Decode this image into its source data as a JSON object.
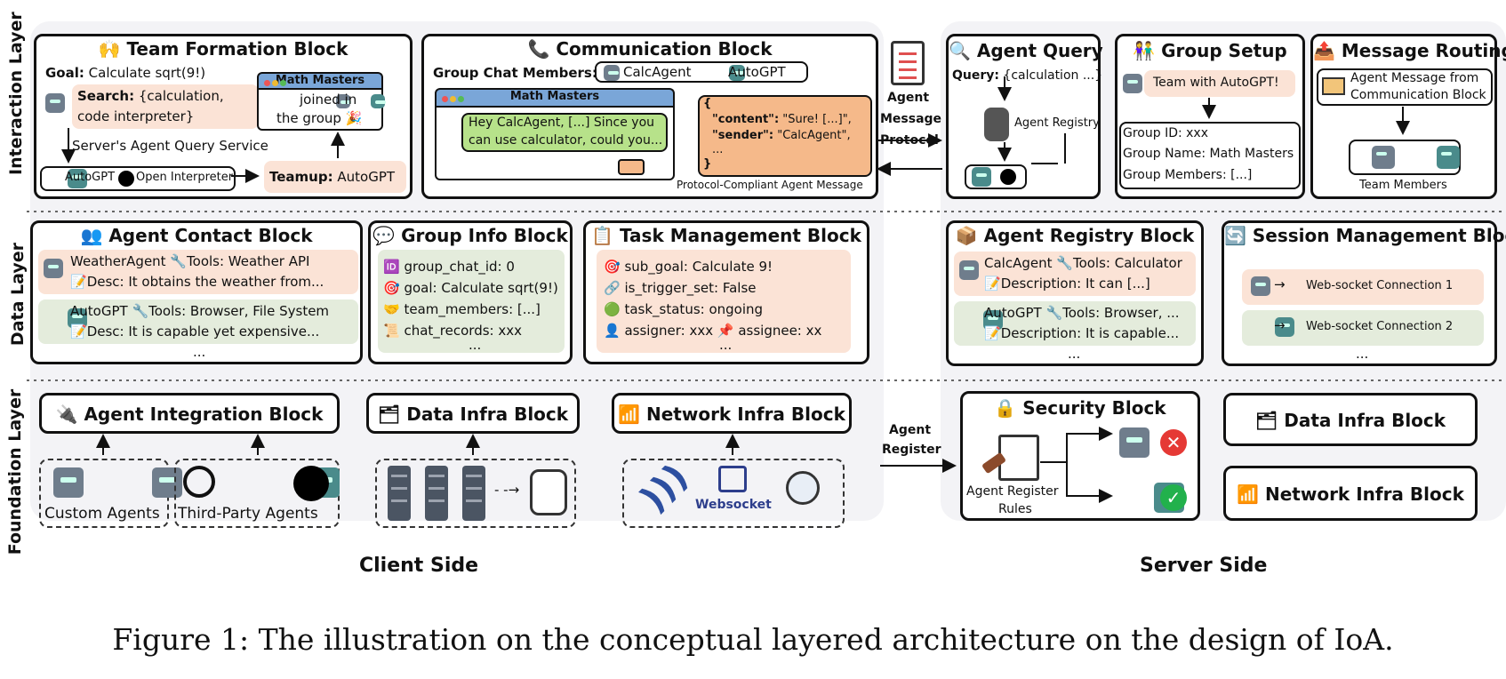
{
  "layers": {
    "interaction": "Interaction Layer",
    "data": "Data Layer",
    "foundation": "Foundation Layer"
  },
  "team_formation": {
    "title": "Team Formation Block",
    "goal_label": "Goal:",
    "goal_text": "Calculate sqrt(9!)",
    "search_label": "Search:",
    "search_text_1": "{calculation,",
    "search_text_2": "code interpreter}",
    "query_service": "Server's Agent Query Service",
    "agent_1": "AutoGPT",
    "agent_2": "Open Interpreter",
    "teamup_label": "Teamup:",
    "teamup_text": "AutoGPT",
    "group_name": "Math Masters",
    "joined_1": "joined in",
    "joined_2": "the group"
  },
  "communication": {
    "title": "Communication Block",
    "members_label": "Group Chat Members:",
    "member_1": "CalcAgent",
    "member_2": "AutoGPT",
    "group_name": "Math Masters",
    "chat_line_1": "Hey CalcAgent, [...] Since you",
    "chat_line_2": "can use calculator, could you...",
    "json_open": "{",
    "json_content_key": "\"content\":",
    "json_content_val": "\"Sure! [...]\",",
    "json_sender_key": "\"sender\":",
    "json_sender_val": "\"CalcAgent\",",
    "json_ellipsis": "...",
    "json_close": "}",
    "caption": "Protocol-Compliant Agent Message"
  },
  "protocol": {
    "line_1": "Agent",
    "line_2": "Message",
    "line_3": "Protocol"
  },
  "agent_query": {
    "title": "Agent Query",
    "query_label": "Query:",
    "query_text": "{calculation ...}",
    "registry": "Agent Registry"
  },
  "group_setup": {
    "title": "Group Setup",
    "request": "Team with AutoGPT!",
    "id": "Group ID: xxx",
    "name": "Group Name: Math Masters",
    "members": "Group Members: [...]"
  },
  "message_routing": {
    "title": "Message Routing",
    "msg_1": "Agent Message from",
    "msg_2": "Communication Block",
    "team_members": "Team Members"
  },
  "agent_contact": {
    "title": "Agent Contact Block",
    "a1_name": "WeatherAgent",
    "a1_tools": "Tools: Weather API",
    "a1_desc": "Desc: It obtains the weather from...",
    "a2_name": "AutoGPT",
    "a2_tools": "Tools: Browser, File System",
    "a2_desc": "Desc: It is capable yet expensive...",
    "more": "..."
  },
  "group_info": {
    "title": "Group Info Block",
    "f1": "group_chat_id: 0",
    "f2": "goal: Calculate sqrt(9!)",
    "f3": "team_members: [...]",
    "f4": "chat_records: xxx",
    "more": "..."
  },
  "task_mgmt": {
    "title": "Task Management Block",
    "f1": "sub_goal: Calculate 9!",
    "f2": "is_trigger_set: False",
    "f3": "task_status: ongoing",
    "f4a": "assigner: xxx",
    "f4b": "assignee: xx",
    "more": "..."
  },
  "agent_registry": {
    "title": "Agent Registry Block",
    "a1_name": "CalcAgent",
    "a1_tools": "Tools: Calculator",
    "a1_desc": "Description: It can [...]",
    "a2_name": "AutoGPT",
    "a2_tools": "Tools: Browser, ...",
    "a2_desc": "Description: It is capable...",
    "more": "..."
  },
  "session_mgmt": {
    "title": "Session Management Block",
    "conn_1": "Web-socket Connection 1",
    "conn_2": "Web-socket Connection 2",
    "more": "..."
  },
  "foundation": {
    "agent_integration": "Agent Integration Block",
    "data_infra": "Data Infra Block",
    "network_infra": "Network Infra Block",
    "custom_agents": "Custom Agents",
    "third_party": "Third-Party Agents",
    "websocket": "Websocket",
    "agent_register_1": "Agent",
    "agent_register_2": "Register",
    "security": "Security Block",
    "rules_1": "Agent Register",
    "rules_2": "Rules",
    "server_data_infra": "Data Infra Block",
    "server_network_infra": "Network Infra Block"
  },
  "sides": {
    "client": "Client Side",
    "server": "Server Side"
  },
  "caption": "Figure 1: The illustration on the conceptual layered architecture on the design of IoA.",
  "colors": {
    "pink": "#fbe3d6",
    "green": "#e4ecdc",
    "chat_header": "#7aa6d8",
    "chat_bubble": "#b7e28a",
    "json_bubble": "#f5b98a"
  }
}
